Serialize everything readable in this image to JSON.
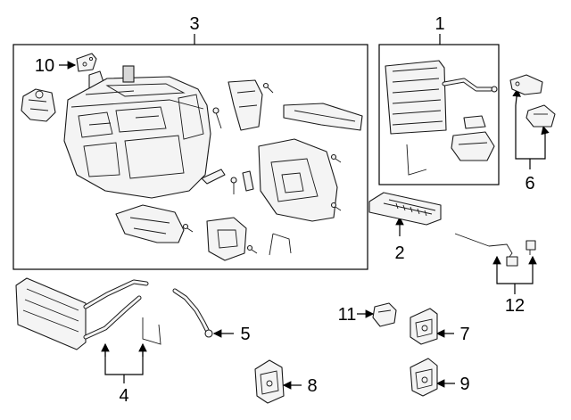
{
  "callouts": {
    "c1": "1",
    "c2": "2",
    "c3": "3",
    "c4": "4",
    "c5": "5",
    "c6": "6",
    "c7": "7",
    "c8": "8",
    "c9": "9",
    "c10": "10",
    "c11": "11",
    "c12": "12"
  },
  "colors": {
    "line": "#1a1a1a",
    "fill": "#f4f4f4",
    "background": "#ffffff"
  }
}
